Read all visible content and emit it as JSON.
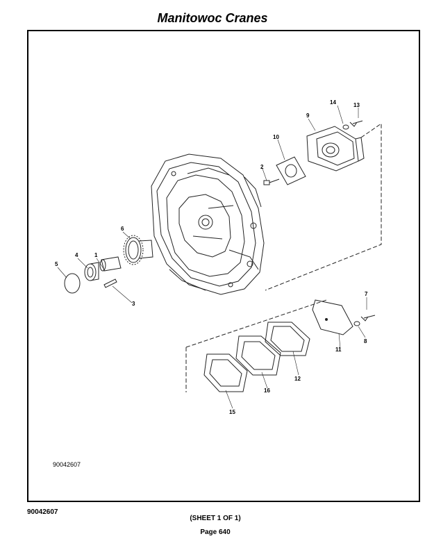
{
  "header": {
    "title": "Manitowoc Cranes"
  },
  "drawing": {
    "number": "90042607",
    "callouts": {
      "c1": "1",
      "c2": "2",
      "c3": "3",
      "c4": "4",
      "c5": "5",
      "c6": "6",
      "c7": "7",
      "c8": "8",
      "c9": "9",
      "c10": "10",
      "c11": "11",
      "c12": "12",
      "c13": "13",
      "c14": "14",
      "c15": "15",
      "c16": "16"
    }
  },
  "footer": {
    "drawing_number": "90042607",
    "sheet": "(SHEET 1 OF 1)",
    "page": "Page 640"
  }
}
